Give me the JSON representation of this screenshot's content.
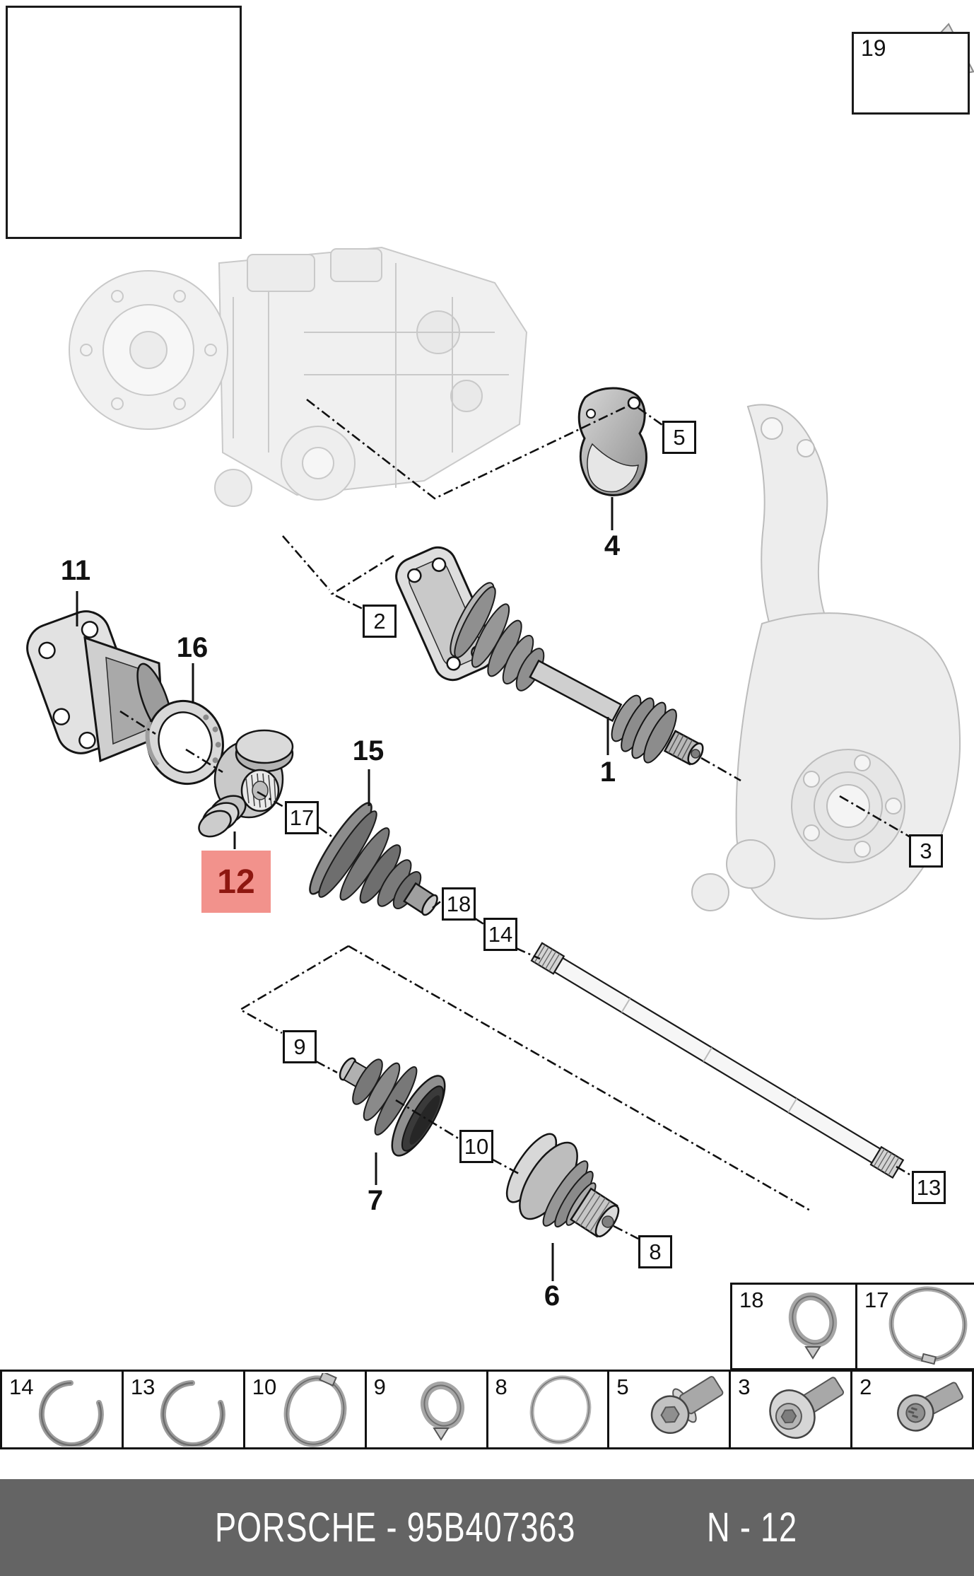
{
  "vehicle_box": {
    "name": "porsche-cayenne-thumbnail"
  },
  "callouts": {
    "boxed": {
      "c2": "2",
      "c3": "3",
      "c5": "5",
      "c8": "8",
      "c9": "9",
      "c10": "10",
      "c13": "13",
      "c14": "14",
      "c17": "17",
      "c18": "18"
    },
    "plain": {
      "p1": "1",
      "p4": "4",
      "p6": "6",
      "p7": "7",
      "p11": "11",
      "p15": "15",
      "p16": "16"
    },
    "highlighted": {
      "id": "12"
    },
    "grease": {
      "id": "19"
    }
  },
  "parts_table": {
    "upper_row": [
      {
        "ref": "18",
        "icon": "ear-clamp-icon"
      },
      {
        "ref": "17",
        "icon": "band-clamp-icon"
      }
    ],
    "main_row": [
      {
        "ref": "14",
        "icon": "circlip-icon"
      },
      {
        "ref": "13",
        "icon": "circlip-icon"
      },
      {
        "ref": "10",
        "icon": "band-clamp-icon"
      },
      {
        "ref": "9",
        "icon": "ear-clamp-icon"
      },
      {
        "ref": "8",
        "icon": "seal-ring-icon"
      },
      {
        "ref": "5",
        "icon": "socket-bolt-icon"
      },
      {
        "ref": "3",
        "icon": "flange-bolt-icon"
      },
      {
        "ref": "2",
        "icon": "spline-bolt-icon"
      }
    ]
  },
  "footer": {
    "left_text": "PORSCHE - 95B407363",
    "right_text": "N - 12"
  },
  "colors": {
    "highlight_bg": "#f2928c",
    "highlight_text": "#8e1710",
    "footer_bg": "#646464",
    "footer_text": "#ffffff"
  }
}
